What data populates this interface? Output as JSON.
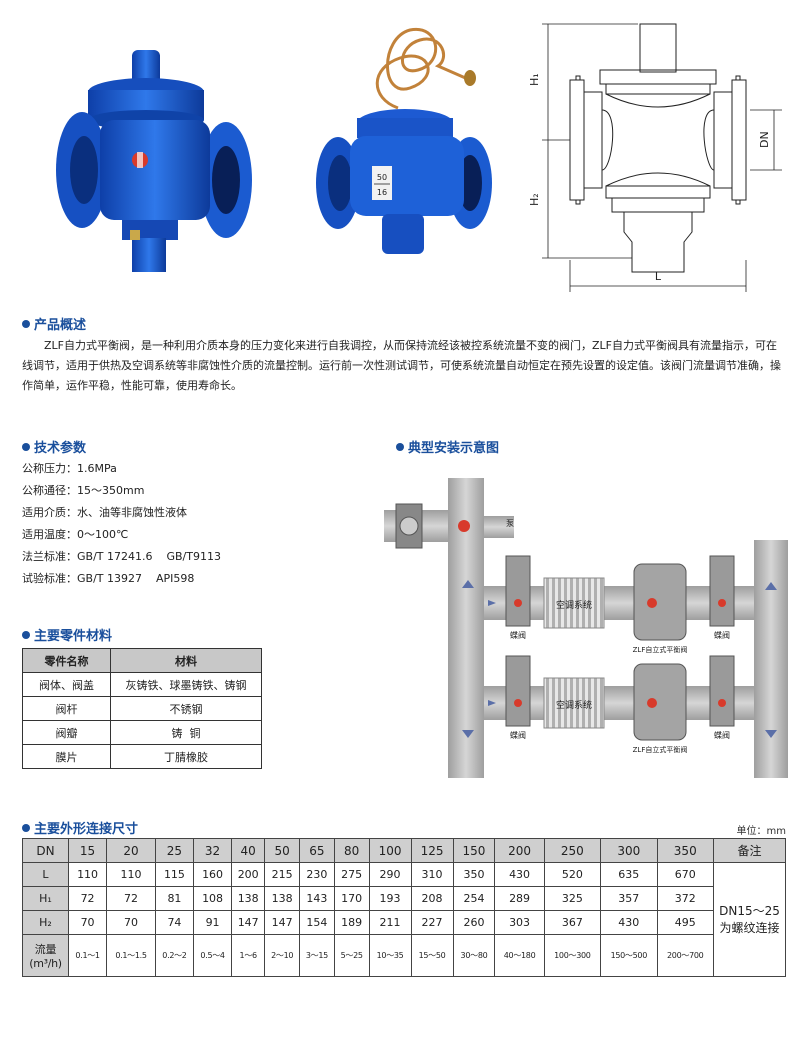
{
  "sections": {
    "overview": {
      "title": "产品概述",
      "text": "ZLF自力式平衡阀，是一种利用介质本身的压力变化来进行自我调控，从而保持流经该被控系统流量不变的阀门，ZLF自力式平衡阀具有流量指示，可在线调节，适用于供热及空调系统等非腐蚀性介质的流量控制。运行前一次性测试调节，可使系统流量自动恒定在预先设置的设定值。该阀门流量调节准确，操作简单，运作平稳，性能可靠，使用寿命长。"
    },
    "params": {
      "title": "技术参数",
      "rows": [
        {
          "label": "公称压力：",
          "value": "1.6MPa"
        },
        {
          "label": "公称通径：",
          "value": "15～350mm"
        },
        {
          "label": "适用介质：",
          "value": "水、油等非腐蚀性液体"
        },
        {
          "label": "适用温度：",
          "value": "0～100℃"
        },
        {
          "label": "法兰标准：",
          "value": "GB/T 17241.6    GB/T9113"
        },
        {
          "label": "试验标准：",
          "value": "GB/T 13927    API598"
        }
      ]
    },
    "install": {
      "title": "典型安装示意图",
      "labels": {
        "ac1": "空调系统",
        "ac2": "空调系统",
        "butterfly1": "蝶阀",
        "butterfly2": "蝶阀",
        "butterfly3": "蝶阀",
        "butterfly4": "蝶阀",
        "zlf1": "ZLF自立式平衡阀",
        "zlf2": "ZLF自立式平衡阀",
        "pump": "泵"
      }
    },
    "materials": {
      "title": "主要零件材料",
      "header": [
        "零件名称",
        "材料"
      ],
      "rows": [
        [
          "阀体、阀盖",
          "灰铸铁、球墨铸铁、铸钢"
        ],
        [
          "阀杆",
          "不锈钢"
        ],
        [
          "阀瓣",
          "铸  铜"
        ],
        [
          "膜片",
          "丁腈橡胶"
        ]
      ]
    },
    "dimensions": {
      "title": "主要外形连接尺寸",
      "unit": "单位：mm",
      "dn_label": "DN",
      "note_header": "备注",
      "note": "DN15～25为螺纹连接",
      "dn": [
        "15",
        "20",
        "25",
        "32",
        "40",
        "50",
        "65",
        "80",
        "100",
        "125",
        "150",
        "200",
        "250",
        "300",
        "350"
      ],
      "rows": [
        {
          "label": "L",
          "values": [
            "110",
            "110",
            "115",
            "160",
            "200",
            "215",
            "230",
            "275",
            "290",
            "310",
            "350",
            "430",
            "520",
            "635",
            "670"
          ]
        },
        {
          "label": "H₁",
          "values": [
            "72",
            "72",
            "81",
            "108",
            "138",
            "138",
            "143",
            "170",
            "193",
            "208",
            "254",
            "289",
            "325",
            "357",
            "372"
          ]
        },
        {
          "label": "H₂",
          "values": [
            "70",
            "70",
            "74",
            "91",
            "147",
            "147",
            "154",
            "189",
            "211",
            "227",
            "260",
            "303",
            "367",
            "430",
            "495"
          ]
        }
      ],
      "flow": {
        "label": "流量(m³/h)",
        "values": [
          "0.1～1",
          "0.1～1.5",
          "0.2～2",
          "0.5～4",
          "1～6",
          "2～10",
          "3～15",
          "5～25",
          "10～35",
          "15～50",
          "30～80",
          "40～180",
          "100～300",
          "150～500",
          "200～700"
        ]
      }
    }
  },
  "drawing": {
    "h1": "H₁",
    "h2": "H₂",
    "dn": "DN",
    "l": "L"
  },
  "valve_label": {
    "top": "50",
    "bottom": "16"
  },
  "colors": {
    "valve_blue": "#1f5fd1",
    "heading_blue": "#1a4f9c",
    "pipe_gray": "#b9b9b9",
    "copper": "#c2823a"
  }
}
